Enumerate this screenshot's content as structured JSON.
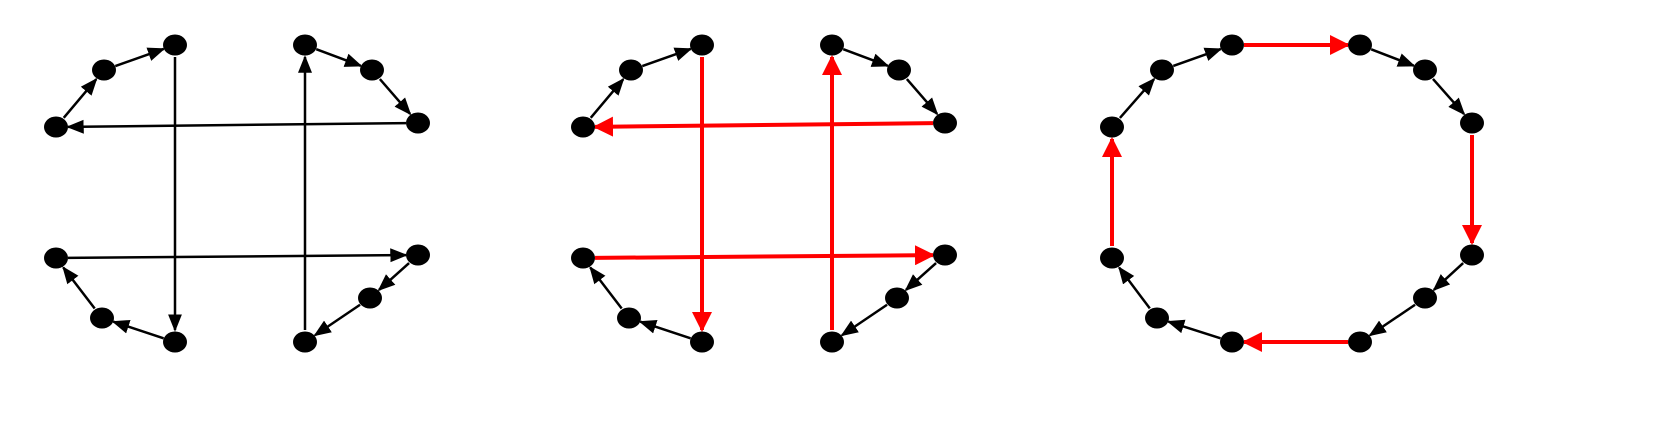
{
  "colors": {
    "background": "#ffffff",
    "node": "#000000",
    "edge": "#000000",
    "highlight": "#ff0000"
  },
  "panels": [
    {
      "id": "panel-1",
      "description_role": "original-graph",
      "nodes": [
        "n1",
        "n2",
        "n3",
        "n4",
        "n5",
        "n6",
        "n7",
        "n8",
        "n9",
        "n10",
        "n11",
        "n12",
        "n13",
        "n14",
        "n15",
        "n16"
      ],
      "edges": [
        {
          "from": "n1",
          "to": "n2",
          "highlight": false
        },
        {
          "from": "n2",
          "to": "n3",
          "highlight": false
        },
        {
          "from": "n3",
          "to": "n14",
          "highlight": false
        },
        {
          "from": "n4",
          "to": "n5",
          "highlight": false
        },
        {
          "from": "n5",
          "to": "n6",
          "highlight": false
        },
        {
          "from": "n6",
          "to": "n1",
          "highlight": false
        },
        {
          "from": "n7",
          "to": "n8",
          "highlight": false
        },
        {
          "from": "n8",
          "to": "n9",
          "highlight": false
        },
        {
          "from": "n9",
          "to": "n4",
          "highlight": false
        },
        {
          "from": "n10",
          "to": "n11",
          "highlight": false
        },
        {
          "from": "n11",
          "to": "n12",
          "highlight": false
        },
        {
          "from": "n12",
          "to": "n7",
          "highlight": false
        },
        {
          "from": "n13",
          "to": "n14",
          "highlight": false,
          "reverse": true
        },
        {
          "from": "n15",
          "to": "n16",
          "highlight": false
        },
        {
          "from": "n16",
          "to": "n13",
          "highlight": false
        },
        {
          "from": "n10",
          "to": "n15",
          "highlight": false,
          "skip": true
        }
      ]
    },
    {
      "id": "panel-2",
      "description_role": "highlighted-crossing-edges",
      "edges_highlighted": [
        "n3-n14",
        "n6-n1",
        "n9-n4",
        "n12-n7"
      ]
    },
    {
      "id": "panel-3",
      "description_role": "uncrossed-cycle"
    }
  ]
}
